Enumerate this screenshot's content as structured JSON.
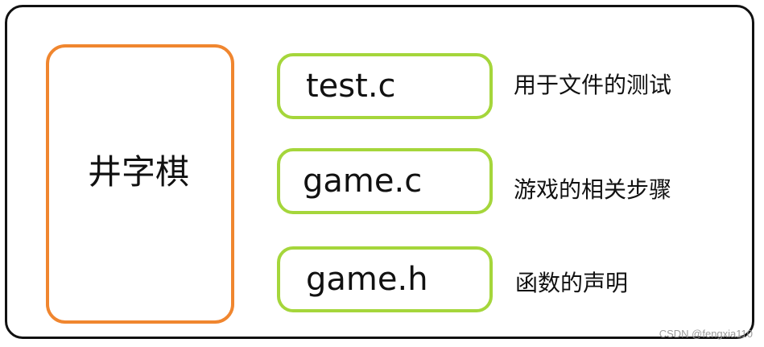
{
  "main": {
    "title": "井字棋"
  },
  "files": [
    {
      "name": "test.c",
      "description": "用于文件的测试"
    },
    {
      "name": "game.c",
      "description": "游戏的相关步骤"
    },
    {
      "name": "game.h",
      "description": "函数的声明"
    }
  ],
  "watermark": "CSDN @fengxia110",
  "colors": {
    "outer_border": "#111111",
    "main_border": "#f0862f",
    "file_border": "#a5d63b"
  }
}
